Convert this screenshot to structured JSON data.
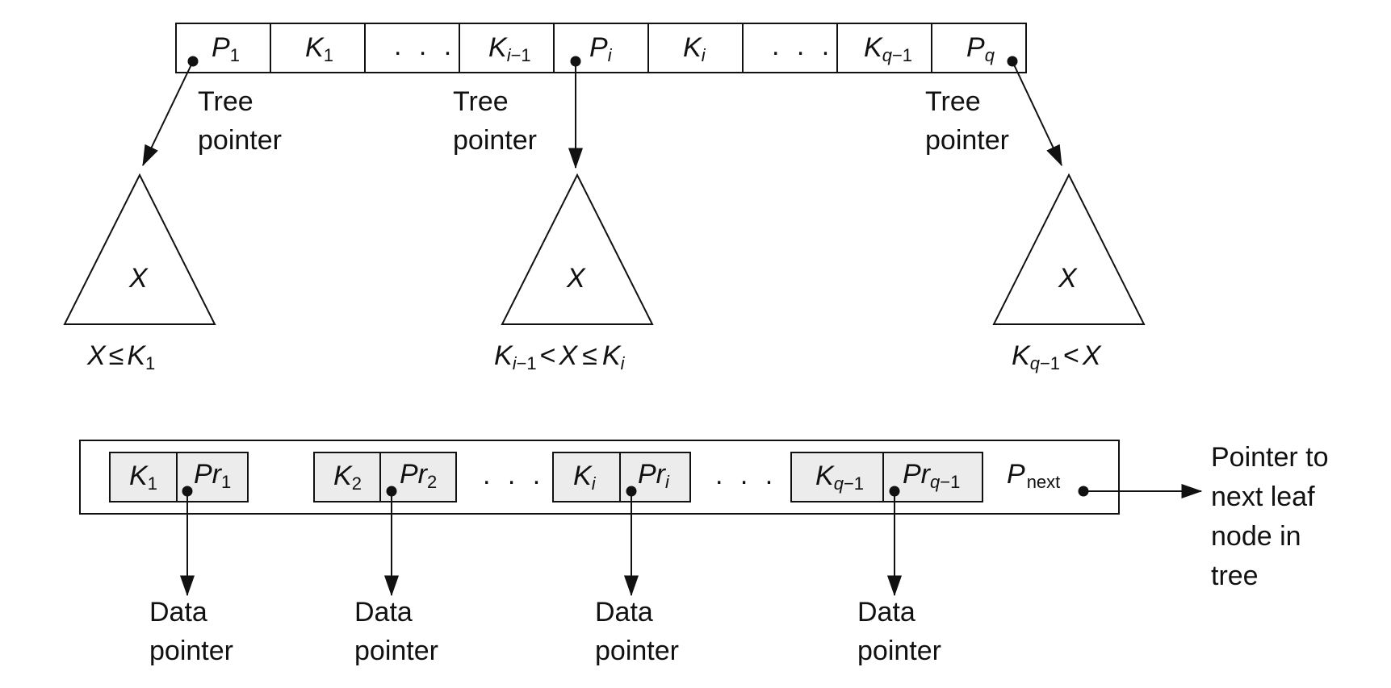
{
  "internal_node": {
    "cells": [
      {
        "main": "P",
        "sub": "1"
      },
      {
        "main": "K",
        "sub": "1"
      },
      {
        "dots": ". . ."
      },
      {
        "main": "K",
        "sub": "i",
        "tail": "−1"
      },
      {
        "main": "P",
        "sub": "i"
      },
      {
        "main": "K",
        "sub": "i"
      },
      {
        "dots": ". . ."
      },
      {
        "main": "K",
        "sub": "q",
        "tail": "−1"
      },
      {
        "main": "P",
        "sub": "q"
      }
    ],
    "tree_pointer_line1": "Tree",
    "tree_pointer_line2": "pointer",
    "subtree_label": "X",
    "conditions": {
      "left": {
        "a": "X",
        "op": "≤",
        "b": "K",
        "b_sub": "1"
      },
      "middle": {
        "a": "K",
        "a_sub": "i",
        "a_tail": "−1",
        "op1": "<",
        "x": "X",
        "op2": "≤",
        "b": "K",
        "b_sub": "i"
      },
      "right": {
        "a": "K",
        "a_sub": "q",
        "a_tail": "−1",
        "op": "<",
        "x": "X"
      }
    }
  },
  "leaf_node": {
    "pairs": [
      {
        "k": "K",
        "k_sub": "1",
        "pr": "Pr",
        "pr_sub": "1"
      },
      {
        "k": "K",
        "k_sub": "2",
        "pr": "Pr",
        "pr_sub": "2"
      },
      {
        "k": "K",
        "k_sub": "i",
        "pr": "Pr",
        "pr_sub": "i"
      },
      {
        "k": "K",
        "k_sub": "q",
        "k_tail": "−1",
        "pr": "Pr",
        "pr_sub": "q",
        "pr_tail": "−1"
      }
    ],
    "dots": ". . .",
    "pnext_main": "P",
    "pnext_sub": "next",
    "data_pointer_line1": "Data",
    "data_pointer_line2": "pointer",
    "next_leaf_label": [
      "Pointer to",
      "next leaf",
      "node in",
      "tree"
    ]
  }
}
